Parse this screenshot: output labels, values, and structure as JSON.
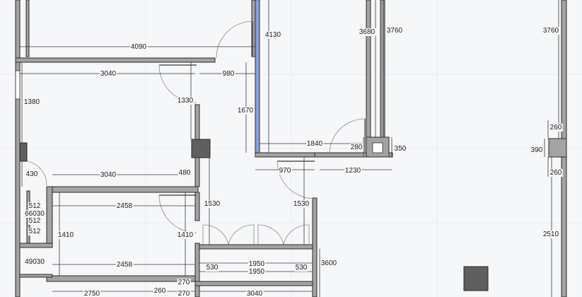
{
  "colors": {
    "wall": "#a3a3a3",
    "wall_edge": "#2b2b2b",
    "column": "#5f5f5f",
    "selection": "#7b9cff",
    "background": "#f6f7f9"
  },
  "dimensions": [
    {
      "id": "d4090",
      "text": "4090"
    },
    {
      "id": "d4130",
      "text": "4130"
    },
    {
      "id": "d3680",
      "text": "3680"
    },
    {
      "id": "d3760a",
      "text": "3760"
    },
    {
      "id": "d3760b",
      "text": "3760"
    },
    {
      "id": "d3040a",
      "text": "3040"
    },
    {
      "id": "d980",
      "text": "980"
    },
    {
      "id": "d1380",
      "text": "1380"
    },
    {
      "id": "d1330",
      "text": "1330"
    },
    {
      "id": "d1670",
      "text": "1670"
    },
    {
      "id": "d1840",
      "text": "1840"
    },
    {
      "id": "d280",
      "text": "280"
    },
    {
      "id": "d350",
      "text": "350"
    },
    {
      "id": "d260a",
      "text": "260"
    },
    {
      "id": "d390",
      "text": "390"
    },
    {
      "id": "d260b",
      "text": "260"
    },
    {
      "id": "d430",
      "text": "430"
    },
    {
      "id": "d3040b",
      "text": "3040"
    },
    {
      "id": "d480",
      "text": "480"
    },
    {
      "id": "d970",
      "text": "970"
    },
    {
      "id": "d1230",
      "text": "1230"
    },
    {
      "id": "d512a",
      "text": "512"
    },
    {
      "id": "d2458a",
      "text": "2458"
    },
    {
      "id": "d6600",
      "text": "66030"
    },
    {
      "id": "d512b",
      "text": "512"
    },
    {
      "id": "d512c",
      "text": "512"
    },
    {
      "id": "d1530a",
      "text": "1530"
    },
    {
      "id": "d1530b",
      "text": "1530"
    },
    {
      "id": "d1410a",
      "text": "1410"
    },
    {
      "id": "d1410b",
      "text": "1410"
    },
    {
      "id": "d2510",
      "text": "2510"
    },
    {
      "id": "d4900",
      "text": "49030"
    },
    {
      "id": "d2458b",
      "text": "2458"
    },
    {
      "id": "d530a",
      "text": "530"
    },
    {
      "id": "d1950a",
      "text": "1950"
    },
    {
      "id": "d530b",
      "text": "530"
    },
    {
      "id": "d1950b",
      "text": "1950"
    },
    {
      "id": "d3600",
      "text": "3600"
    },
    {
      "id": "d270a",
      "text": "270"
    },
    {
      "id": "d2750",
      "text": "2750"
    },
    {
      "id": "d260c",
      "text": "260"
    },
    {
      "id": "d270b",
      "text": "270"
    },
    {
      "id": "d3040c",
      "text": "3040"
    }
  ]
}
